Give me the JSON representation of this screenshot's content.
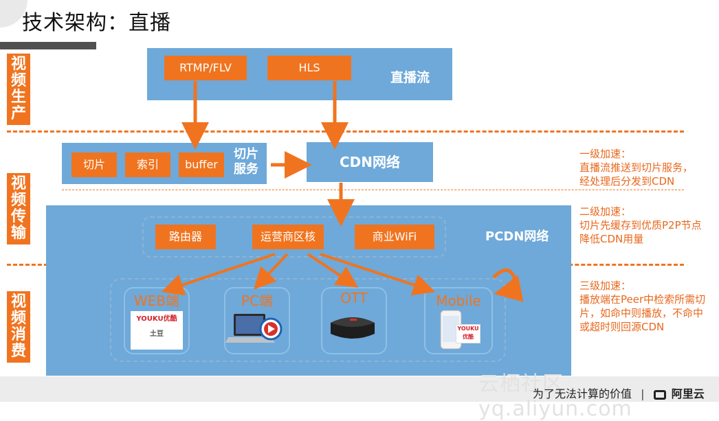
{
  "title": "技术架构：直播",
  "side_labels": {
    "production": "视频生产",
    "transmission": "视频传输",
    "consumption": "视频消费"
  },
  "live_stream": {
    "label": "直播流",
    "protocols": [
      "RTMP/FLV",
      "HLS"
    ]
  },
  "slicing": {
    "items": [
      "切片",
      "索引",
      "buffer"
    ],
    "label": "切片服务"
  },
  "cdn": {
    "label": "CDN网络"
  },
  "pcdn": {
    "label": "PCDN网络",
    "nodes": [
      "路由器",
      "运营商区核",
      "商业WiFi"
    ]
  },
  "clients": [
    {
      "name": "WEB端",
      "logos": [
        "YOUKU优酷",
        "土豆"
      ]
    },
    {
      "name": "PC端"
    },
    {
      "name": "OTT"
    },
    {
      "name": "Mobile",
      "logos": [
        "YOUKU优酷"
      ]
    }
  ],
  "notes": {
    "level1": [
      "一级加速：",
      "直播流推送到切片服务，",
      "经处理后分发到CDN"
    ],
    "level2": [
      "二级加速：",
      "切片先缓存到优质P2P节点",
      "降低CDN用量"
    ],
    "level3": [
      "三级加速：",
      "播放端在Peer中检索所需切",
      "片，如命中则播放，不命中",
      "或超时则回源CDN"
    ]
  },
  "footer": {
    "slogan": "为了无法计算的价值",
    "brand": "阿里云",
    "watermark": "云栖社区 yq.aliyun.com"
  },
  "colors": {
    "accent": "#f0741f",
    "panel": "#6ea9d9",
    "note": "#e8671c"
  }
}
